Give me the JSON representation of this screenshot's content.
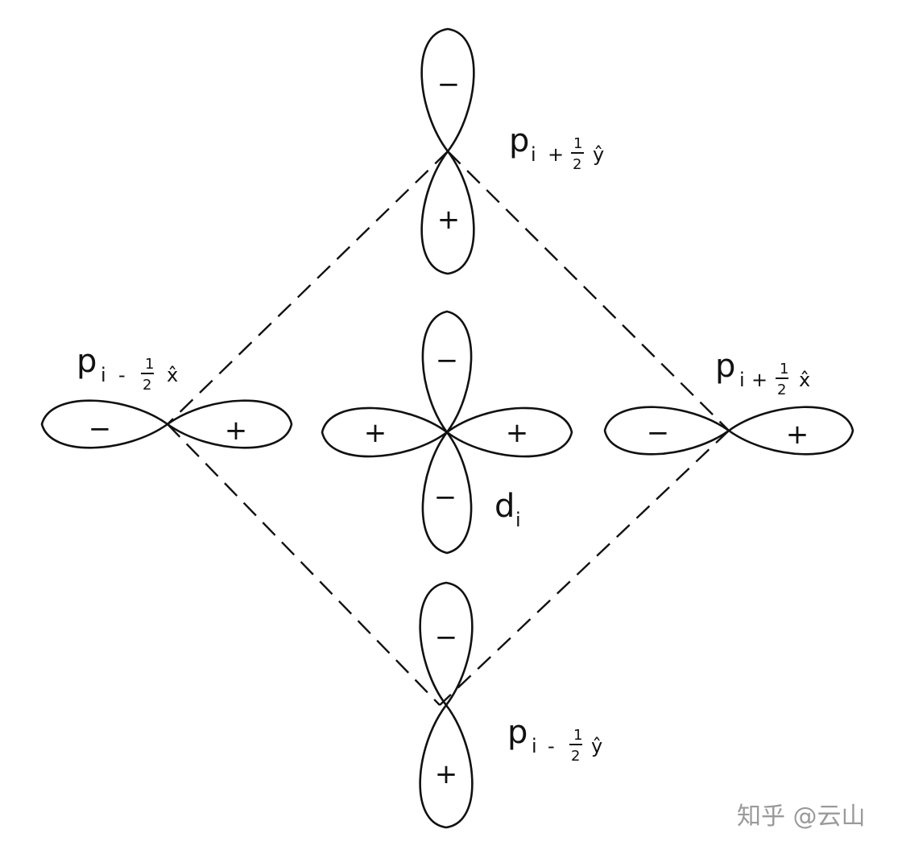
{
  "labels": {
    "p_top": {
      "base": "p",
      "sub_i": "i",
      "op": "+",
      "num": "1",
      "den": "2",
      "vec": "ŷ"
    },
    "p_bottom": {
      "base": "p",
      "sub_i": "i",
      "op": "-",
      "num": "1",
      "den": "2",
      "vec": "ŷ"
    },
    "p_left": {
      "base": "p",
      "sub_i": "i",
      "op": "-",
      "num": "1",
      "den": "2",
      "vec": "x̂"
    },
    "p_right": {
      "base": "p",
      "sub_i": "i",
      "op": "+",
      "num": "1",
      "den": "2",
      "vec": "x̂"
    },
    "d_center": {
      "base": "d",
      "sub_i": "i"
    }
  },
  "signs": {
    "top_upper": "−",
    "top_lower": "+",
    "bottom_upper": "−",
    "bottom_lower": "+",
    "left_left": "−",
    "left_right": "+",
    "right_left": "−",
    "right_right": "+",
    "center_top": "−",
    "center_bottom": "−",
    "center_left": "+",
    "center_right": "+"
  },
  "watermark": "知乎 @云山"
}
